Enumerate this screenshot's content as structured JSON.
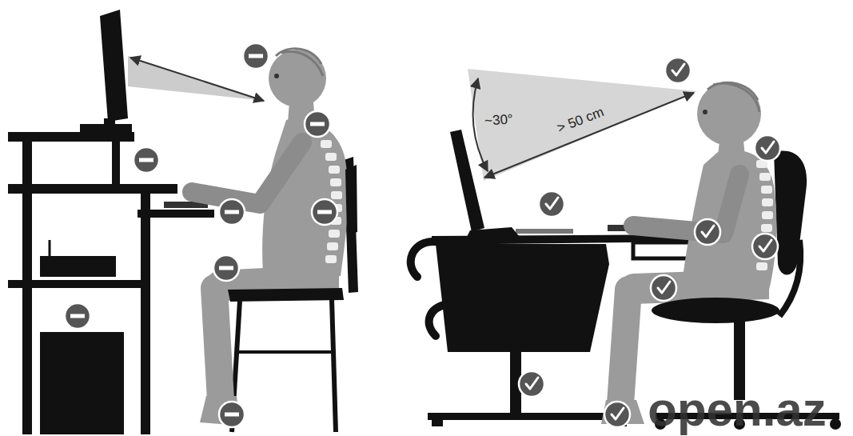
{
  "diagram": {
    "labels": [
      "~30°",
      "> 50 cm",
      "open.az"
    ]
  }
}
